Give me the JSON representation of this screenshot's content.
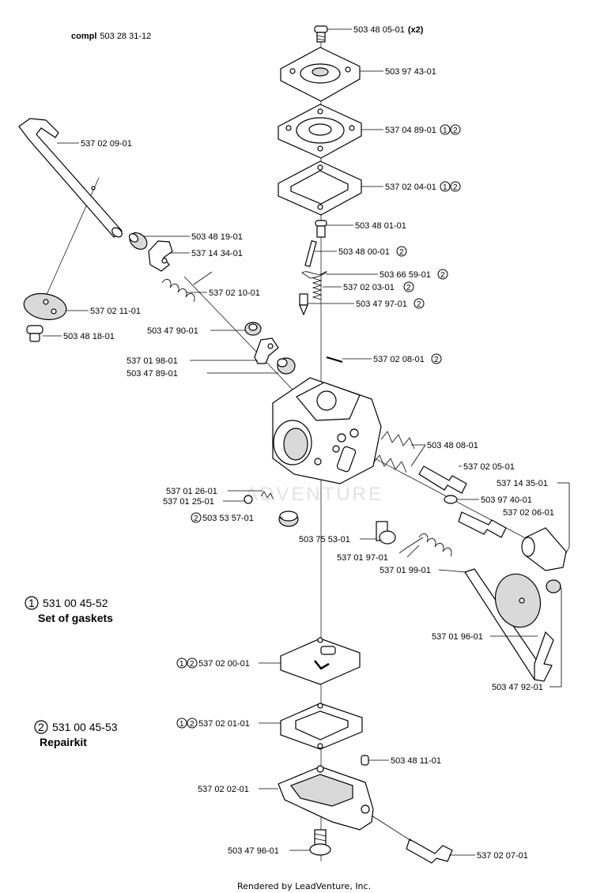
{
  "header": {
    "assembly_label": "compl",
    "assembly_number": "503 28 31-12"
  },
  "parts": {
    "p_503480501": "503 48 05-01",
    "p_503480501_qty": "(x2)",
    "p_503974301": "503 97 43-01",
    "p_537048901": "537 04 89-01",
    "p_537020401": "537 02 04-01",
    "p_503480101": "503 48 01-01",
    "p_503480001": "503 48 00-01",
    "p_503665901": "503 66 59-01",
    "p_537020301": "537 02 03-01",
    "p_503479701": "503 47 97-01",
    "p_537020801": "537 02 08-01",
    "p_537020901": "537 02 09-01",
    "p_503481901": "503 48 19-01",
    "p_537143401": "537 14 34-01",
    "p_537021001": "537 02 10-01",
    "p_537021101": "537 02 11-01",
    "p_503481801": "503 48 18-01",
    "p_503479001": "503 47 90-01",
    "p_537019801": "537 01 98-01",
    "p_503478901": "503 47 89-01",
    "p_503480801": "503 48 08-01",
    "p_537020501": "537 02 05-01",
    "p_537143501": "537 14 35-01",
    "p_537012601": "537 01 26-01",
    "p_537012501": "537 01 25-01",
    "p_503535701": "503 53 57-01",
    "p_503974001": "503 97 40-01",
    "p_537020601": "537 02 06-01",
    "p_503755301": "503 75 53-01",
    "p_537019701": "537 01 97-01",
    "p_537019901": "537 01 99-01",
    "p_537019601": "537 01 96-01",
    "p_503479201": "503 47 92-01",
    "p_537020001": "537 02 00-01",
    "p_537020101": "537 02 01-01",
    "p_503481101": "503 48 11-01",
    "p_537020201": "537 02 02-01",
    "p_503479601": "503 47 96-01",
    "p_537020701": "537 02 07-01"
  },
  "kits": [
    {
      "marker": "1",
      "number": "531 00 45-52",
      "name": "Set of gaskets"
    },
    {
      "marker": "2",
      "number": "531 00 45-53",
      "name": "Repairkit"
    }
  ],
  "watermark": "ADVENTURE",
  "footer": "Rendered by LeadVenture, Inc."
}
